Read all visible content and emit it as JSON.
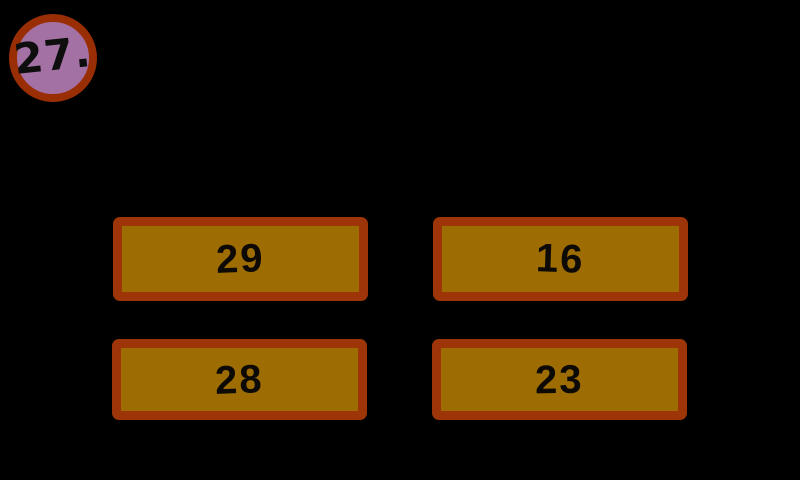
{
  "background_color": "#000000",
  "question_badge": {
    "label": "27.",
    "fill_color": "#a471a4",
    "border_color": "#992e04",
    "text_color": "#0e0e0e"
  },
  "answers": {
    "fill_color": "#9d6c03",
    "border_color": "#9e3508",
    "text_color": "#0d0a05",
    "items": [
      {
        "label": "29"
      },
      {
        "label": "16"
      },
      {
        "label": "28"
      },
      {
        "label": "23"
      }
    ]
  }
}
